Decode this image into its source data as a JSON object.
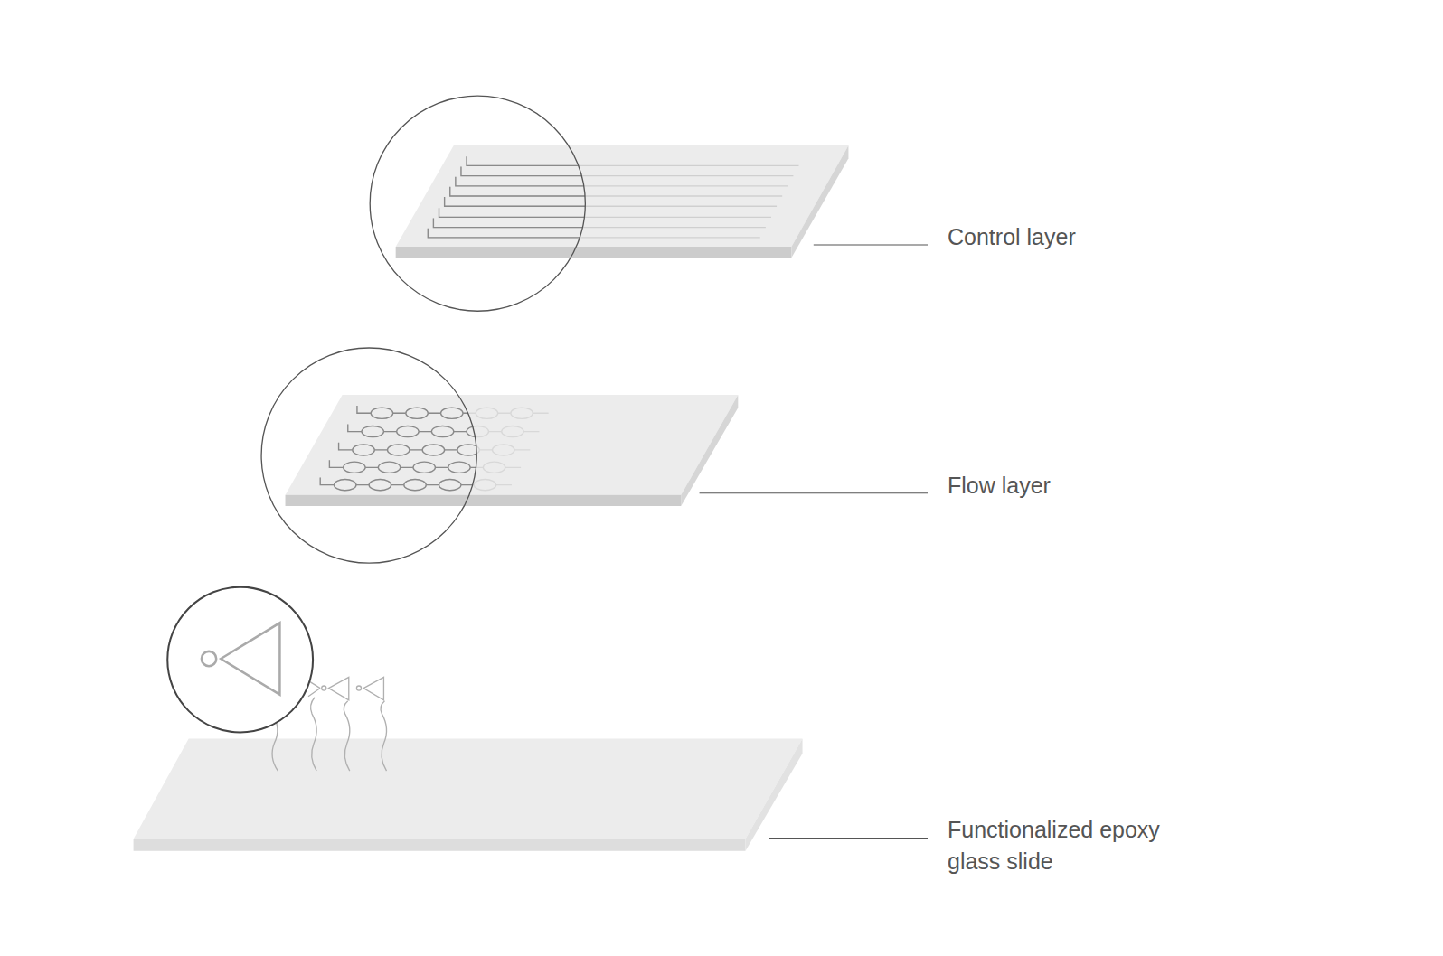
{
  "diagram": {
    "labels": [
      "Control layer",
      "Flow layer",
      "Functionalized epoxy glass slide"
    ]
  }
}
